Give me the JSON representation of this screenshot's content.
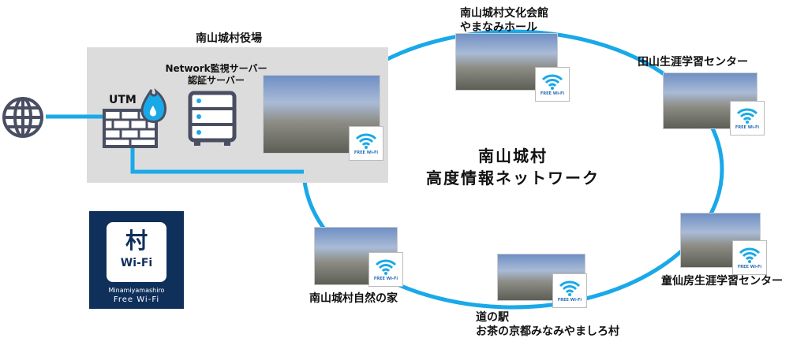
{
  "office": {
    "title": "南山城村役場",
    "servers_label_1": "Network監視サーバー",
    "servers_label_2": "認証サーバー",
    "utm_label": "UTM"
  },
  "center": {
    "line1": "南山城村",
    "line2": "高度情報ネットワーク"
  },
  "sites": [
    {
      "label": [
        "南山城村文化会館",
        "やまなみホール"
      ]
    },
    {
      "label": [
        "田山生涯学習センター"
      ]
    },
    {
      "label": [
        "童仙房生涯学習センター"
      ]
    },
    {
      "label": [
        "道の駅",
        "お茶の京都みなみやましろ村"
      ]
    },
    {
      "label": [
        "南山城村自然の家"
      ]
    }
  ],
  "wifi_badge": "FREE Wi-Fi",
  "logo": {
    "text": "Wi-Fi",
    "sub1": "Minamiyamashiro",
    "sub2": "Free Wi-Fi"
  },
  "colors": {
    "line": "#1aa9e8",
    "icon": "#4a4e62",
    "navy": "#10305c",
    "box": "#dcdcdc"
  }
}
